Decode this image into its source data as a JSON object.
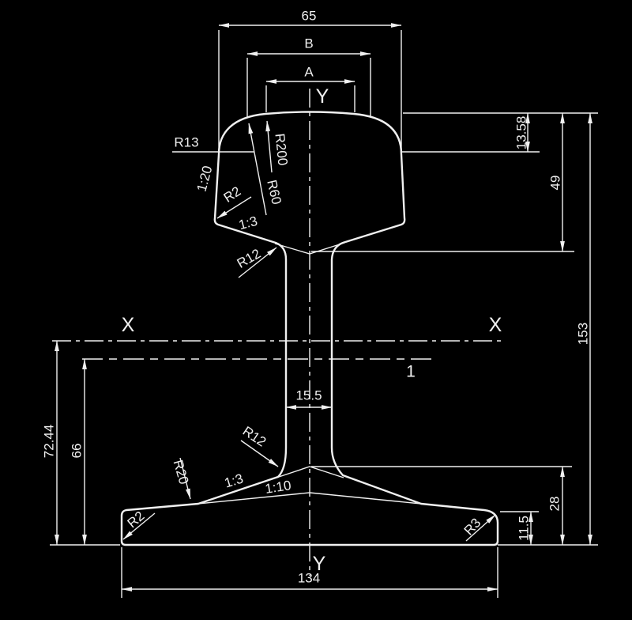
{
  "drawing": {
    "type": "rail-cross-section-technical-drawing",
    "colors": {
      "background": "#000000",
      "line": "#f0f0f0"
    },
    "axes": {
      "y_top": "Y",
      "y_bottom": "Y",
      "x_left": "X",
      "x_right": "X",
      "section_line": "1"
    },
    "dims": {
      "head_width": "65",
      "width_b": "B",
      "width_a": "A",
      "gauge_depth": "13.58",
      "head_height": "49",
      "total_height": "153",
      "web_thickness": "15.5",
      "neutral_axis_height": "72.44",
      "section_height": "66",
      "foot_center_height": "28",
      "foot_edge_height": "11.5",
      "foot_width": "134"
    },
    "callouts": {
      "r13": "R13",
      "slope_head_side": "1:20",
      "r200": "R200",
      "r60": "R60",
      "r2_head": "R2",
      "slope_head_bottom": "1:3",
      "r12_head": "R12",
      "r12_foot": "R12",
      "r20_foot": "R20",
      "slope_foot_upper": "1:3",
      "slope_foot_lower": "1:10",
      "r2_foot": "R2",
      "r3_foot": "R3"
    }
  }
}
